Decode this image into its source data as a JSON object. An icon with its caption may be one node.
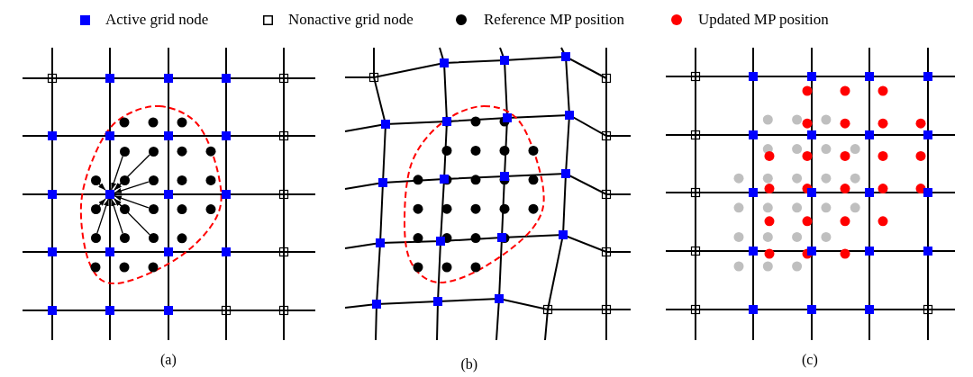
{
  "diagram": {
    "nodes": [
      {
        "text": [],
        "shape": "circle"
      },
      {
        "text": [],
        "shape": "circle"
      },
      {
        "text": [],
        "shape": "circle"
      },
      {
        "text": [],
        "shape": "circle"
      },
      {
        "text": [],
        "shape": "circle"
      },
      {
        "text": [],
        "shape": "box"
      },
      {
        "text": [],
        "shape": "circle"
      },
      {
        "text": [],
        "shape": "circle"
      },
      {
        "text": [],
        "shape": "circle"
      },
      {
        "text": [],
        "shape": "circle"
      },
      {
        "text": [],
        "shape": "circle"
      },
      {
        "text": [],
        "shape": "circle"
      }
    ],
    "edges": [
      {
        "from": 0,
        "to": 5,
        "arrow": "to"
      },
      {
        "from": 1,
        "to": 5,
        "arrow": "to"
      },
      {
        "from": 2,
        "to": 5,
        "arrow": "to"
      },
      {
        "from": 3,
        "to": 5,
        "arrow": "to"
      },
      {
        "from": 4,
        "to": 5,
        "arrow": "to"
      },
      {
        "from": 6,
        "to": 5,
        "arrow": "to"
      },
      {
        "from": 7,
        "to": 5,
        "arrow": "to"
      },
      {
        "from": 8,
        "to": 5,
        "arrow": "to"
      },
      {
        "from": 9,
        "to": 5,
        "arrow": "to"
      },
      {
        "from": 10,
        "to": 5,
        "arrow": "to"
      },
      {
        "from": 11,
        "to": 5,
        "arrow": "to"
      }
    ],
    "labels": [
      "(a)",
      "(b)",
      "(c)"
    ],
    "legend": [
      {
        "text": "Active grid node",
        "color": "#0000ff"
      },
      {
        "text": "Nonactive grid node"
      },
      {
        "text": "Reference MP position",
        "color": "#000000"
      },
      {
        "text": "Updated MP position",
        "color": "#ff0000"
      }
    ]
  }
}
